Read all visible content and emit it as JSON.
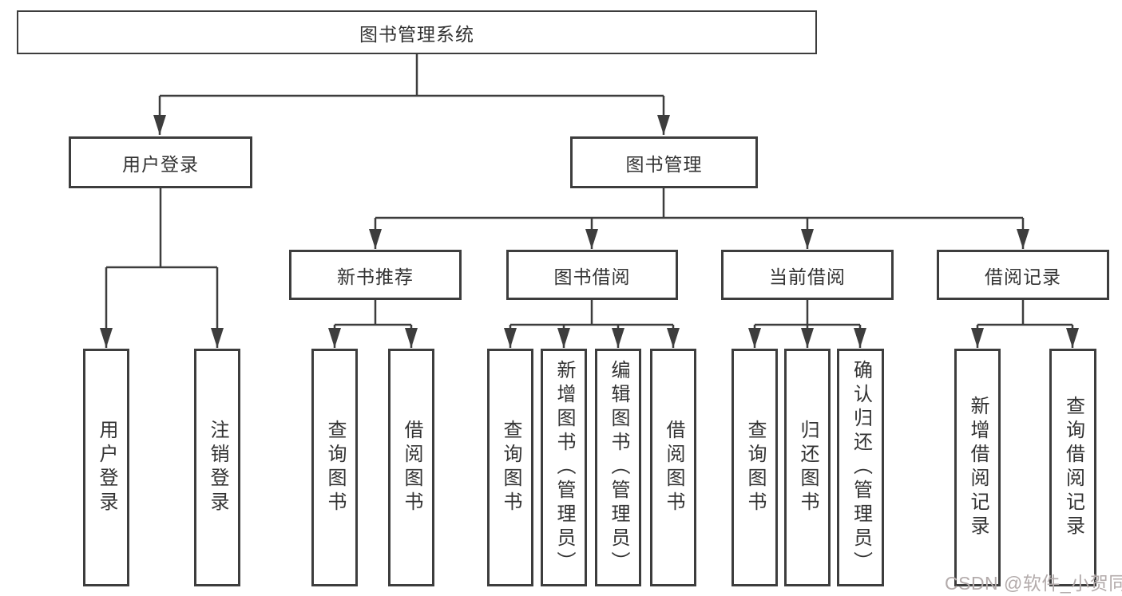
{
  "diagram": {
    "type": "hierarchy-tree",
    "tree": {
      "root": "图书管理系统",
      "branches": [
        {
          "label": "用户登录",
          "children": [
            "用户登录",
            "注销登录"
          ]
        },
        {
          "label": "图书管理",
          "children": [
            {
              "label": "新书推荐",
              "children": [
                "查询图书",
                "借阅图书"
              ]
            },
            {
              "label": "图书借阅",
              "children": [
                "查询图书",
                "新增图书（管理员）",
                "编辑图书（管理员）",
                "借阅图书"
              ]
            },
            {
              "label": "当前借阅",
              "children": [
                "查询图书",
                "归还图书",
                "确认归还（管理员）"
              ]
            },
            {
              "label": "借阅记录",
              "children": [
                "新增借阅记录",
                "查询借阅记录"
              ]
            }
          ]
        }
      ]
    },
    "colors": {
      "line": "#3d3d3d",
      "box_border": "#3d3d3d",
      "text": "#333333",
      "background": "#ffffff",
      "watermark": "#b3abab"
    }
  },
  "watermark": {
    "text": "CSDN @软件_小贺同学"
  }
}
